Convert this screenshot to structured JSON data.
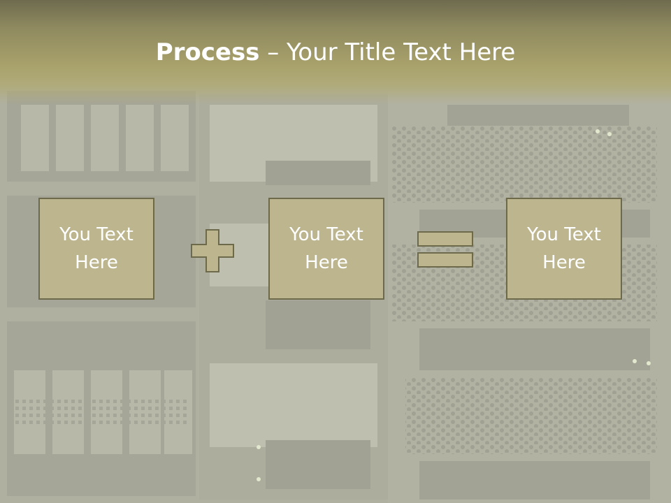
{
  "slide": {
    "title_bold": "Process",
    "title_rest": " – Your Title Text Here",
    "steps": [
      {
        "text": "You Text Here"
      },
      {
        "text": "You Text Here"
      },
      {
        "text": "You Text Here"
      }
    ],
    "operators": [
      "plus",
      "equals"
    ]
  },
  "colors": {
    "title_band": "#a9a26c",
    "box_fill": "#bcb58e",
    "box_border": "#6d6a4c",
    "text": "#ffffff"
  }
}
